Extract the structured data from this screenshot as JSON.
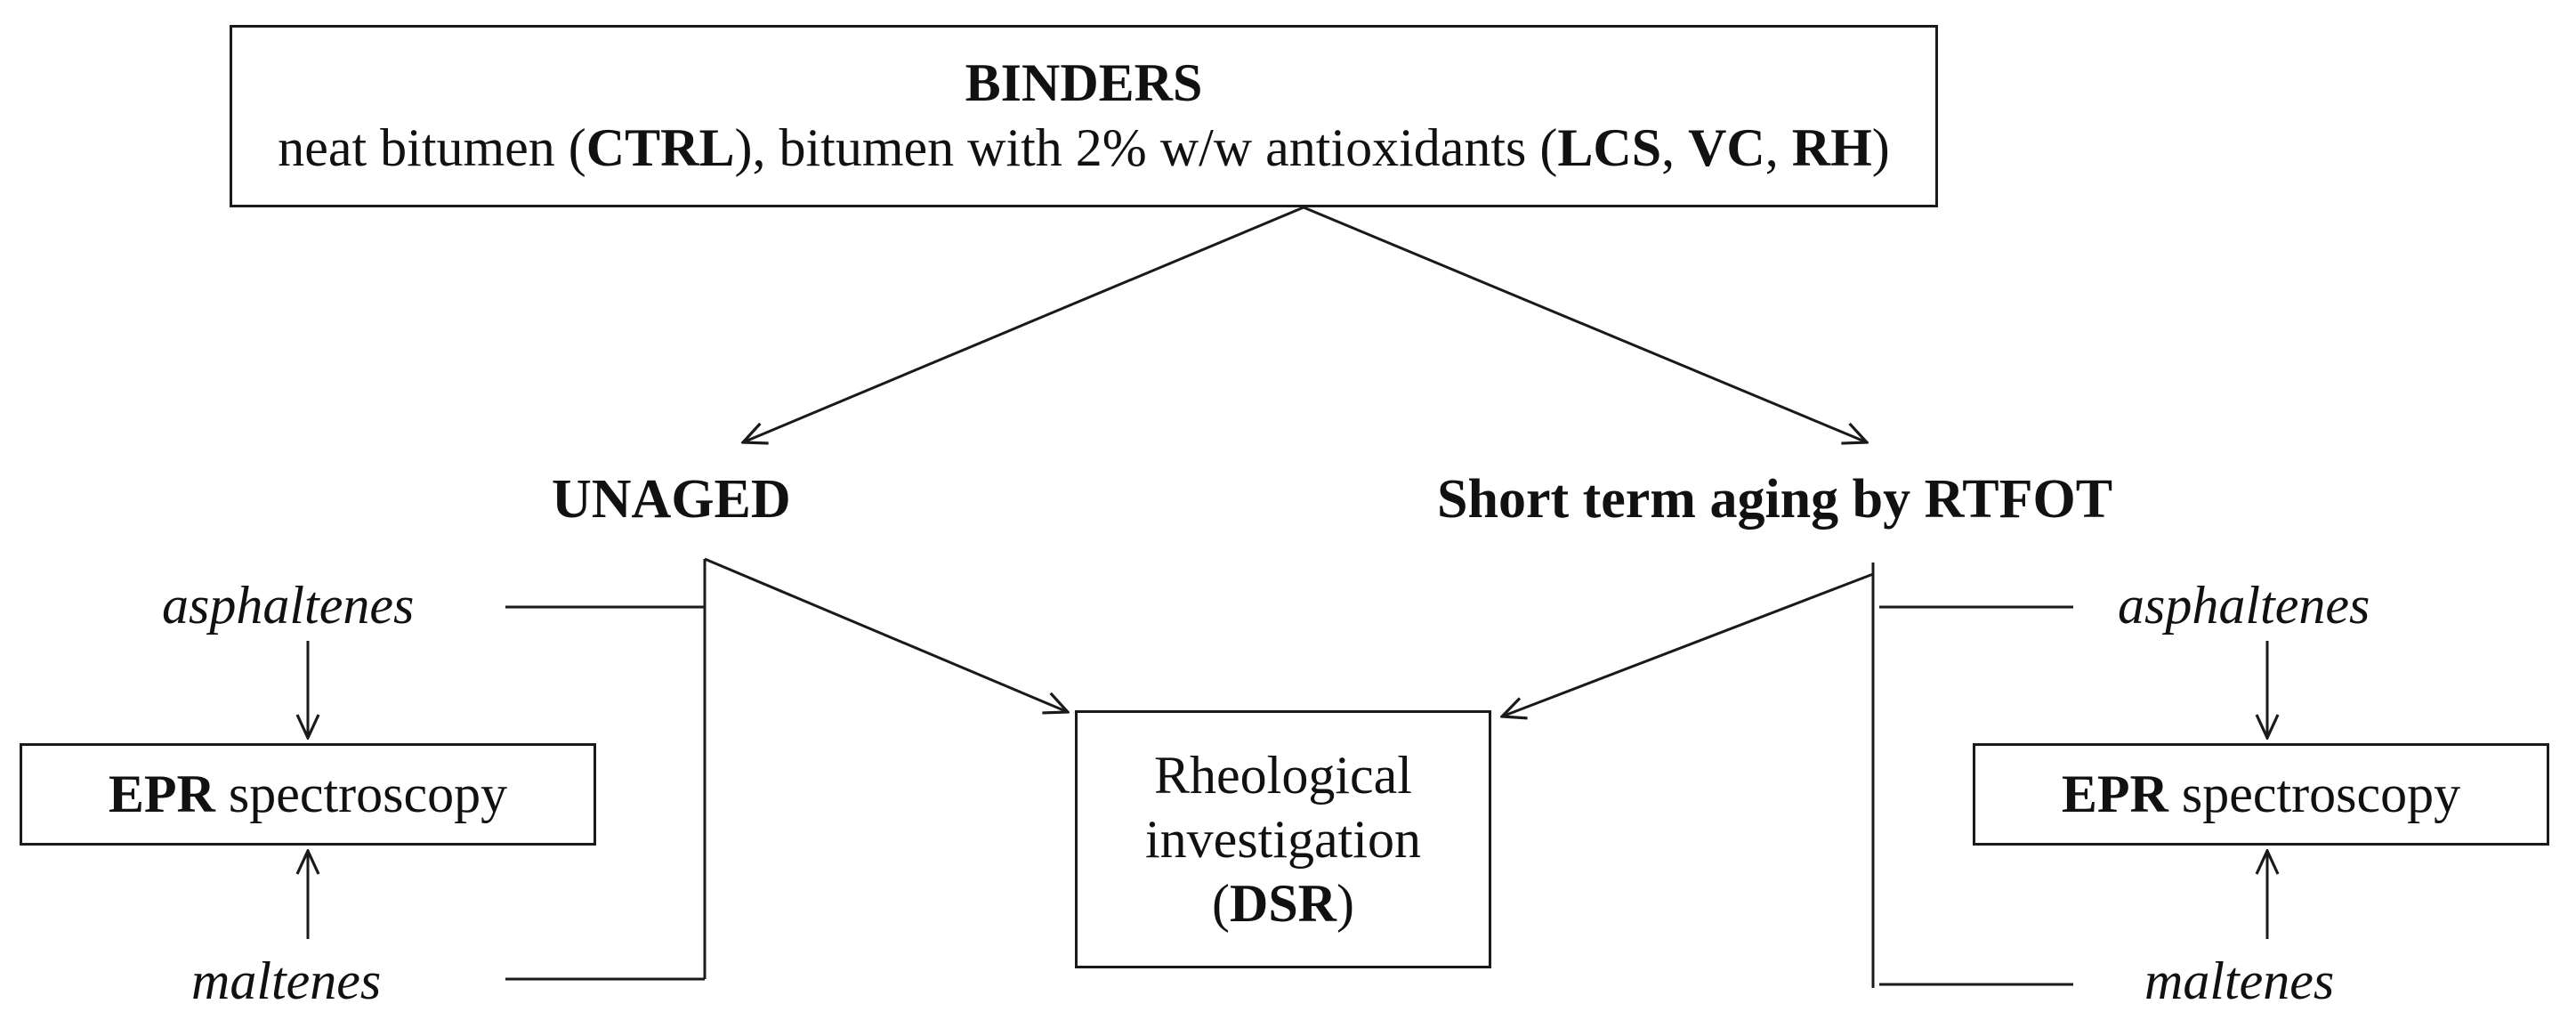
{
  "binders": {
    "title": "BINDERS",
    "text1": "neat bitumen (",
    "ctrl": "CTRL",
    "text2": "), bitumen with 2% w/w antioxidants (",
    "lcs": "LCS",
    "sep1": ", ",
    "vc": "VC",
    "sep2": ", ",
    "rh": "RH",
    "text3": ")"
  },
  "branches": {
    "unaged": "UNAGED",
    "aged": "Short term aging by RTFOT"
  },
  "fractions": {
    "asphaltenes": "asphaltenes",
    "maltenes": "maltenes"
  },
  "epr": {
    "bold": "EPR",
    "rest": " spectroscopy"
  },
  "rheo": {
    "line1": "Rheological",
    "line2": "investigation",
    "open": "(",
    "dsr": "DSR",
    "close": ")"
  },
  "colors": {
    "stroke": "#1a1a1a",
    "text": "#111111",
    "background": "#ffffff"
  }
}
